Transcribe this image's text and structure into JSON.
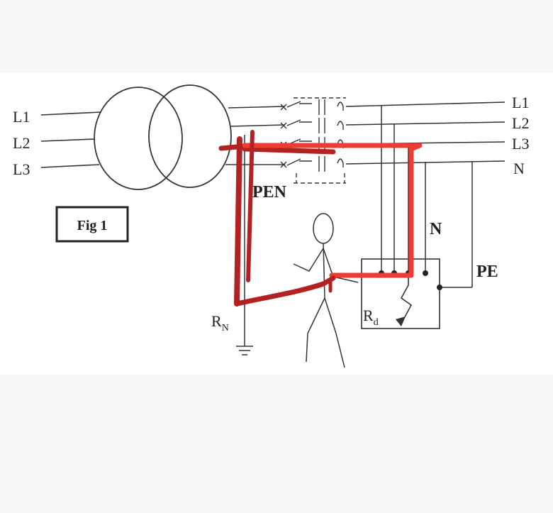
{
  "diagram": {
    "left_phase_labels": [
      "L1",
      "L2",
      "L3"
    ],
    "right_line_labels": [
      "L1",
      "L2",
      "L3",
      "N"
    ],
    "figure_label": "Fig 1",
    "pen_label": "PEN",
    "n_label": "N",
    "pe_label": "PE",
    "rn_label": {
      "main": "R",
      "sub": "N"
    },
    "rd_label": {
      "main": "R",
      "sub": "d"
    },
    "annotation_colors": {
      "dark_red": "#b32222",
      "bright_red": "#ee3b33"
    }
  }
}
